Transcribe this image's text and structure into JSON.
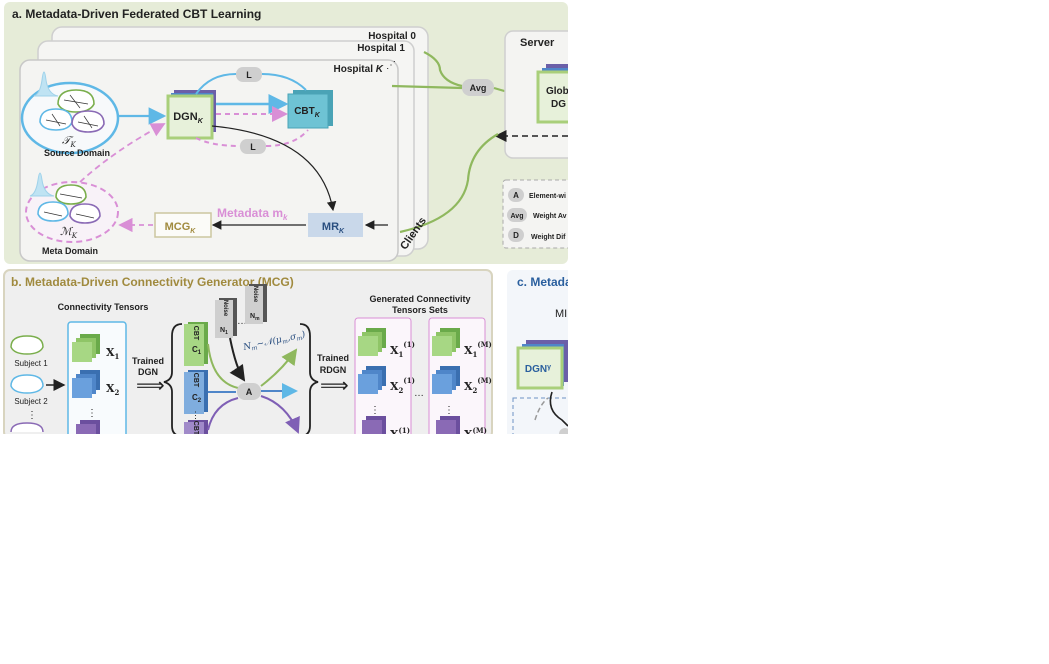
{
  "panel_a": {
    "title": "a. Metadata-Driven Federated CBT Learning",
    "hospital_0": "Hospital 0",
    "hospital_1": "Hospital 1",
    "hospital_k_prefix": "Hospital ",
    "hospital_k_var": "K",
    "dots": "⋰",
    "source_domain": "Source Domain",
    "meta_domain": "Meta Domain",
    "dgn_base": "DGN",
    "cbt_base": "CBT",
    "mr_base": "MR",
    "mcg_base": "MCG",
    "sub_k": "K",
    "loss": "L",
    "metadata_label": "Metadata m",
    "metadata_sub": "k",
    "source_symbol": "𝒯",
    "meta_symbol": "ℳ",
    "avg": "Avg",
    "server": "Server",
    "global_dgn_1": "Glob",
    "global_dgn_2": "DG",
    "clients": "Clients",
    "legend_a": "A",
    "legend_a_text": "Element-wi",
    "legend_avg": "Avg",
    "legend_avg_text": "Weight Av",
    "legend_d": "D",
    "legend_d_text": "Weight Dif"
  },
  "panel_b": {
    "title": "b. Metadata-Driven Connectivity Generator (MCG)",
    "connectivity_tensors": "Connectivity Tensors",
    "subject_1": "Subject 1",
    "subject_2": "Subject 2",
    "vdots": "⋮",
    "x1": "X",
    "x1_sub": "1",
    "x2": "X",
    "x2_sub": "2",
    "trained_dgn_1": "Trained",
    "trained_dgn_2": "DGN",
    "cbt": "CBT",
    "c1": "C",
    "c1_sub": "1",
    "c2": "C",
    "c2_sub": "2",
    "noise": "Noise",
    "n1": "N",
    "n1_sub": "1",
    "nm": "N",
    "nm_sub": "m",
    "hdots": "…",
    "noise_dist": "N",
    "noise_dist_rest": "~𝒩(μ",
    "noise_dist_mid": ",σ",
    "noise_dist_end": ")",
    "a_node": "A",
    "trained_rdgn_1": "Trained",
    "trained_rdgn_2": "RDGN",
    "generated_1": "Generated Connectivity",
    "generated_2": "Tensors Sets",
    "gx": "X",
    "sup_1": "(1)",
    "sup_m": "(M)",
    "sub1": "1",
    "sub2": "2"
  },
  "panel_c": {
    "title": "c. Metada",
    "mr_label": "MI",
    "dgn_label": "DGN",
    "dgn_sup": "γ"
  },
  "colors": {
    "panel_a_bg": "#e6ecd8",
    "panel_b_bg": "#efefef",
    "panel_b_title": "#a08a3e",
    "panel_c_title": "#2a5f9e",
    "dgn_green": "#a9cf7a",
    "cbt_blue": "#6ec3d4",
    "mr_blue": "#c9d8ea",
    "pink": "#d98fd6",
    "source_blue": "#5fb8e6",
    "green_arrow": "#8fb85e",
    "tensor_green": "#8fc567",
    "tensor_blue": "#4f86c9",
    "tensor_purple": "#8a6ab5"
  }
}
